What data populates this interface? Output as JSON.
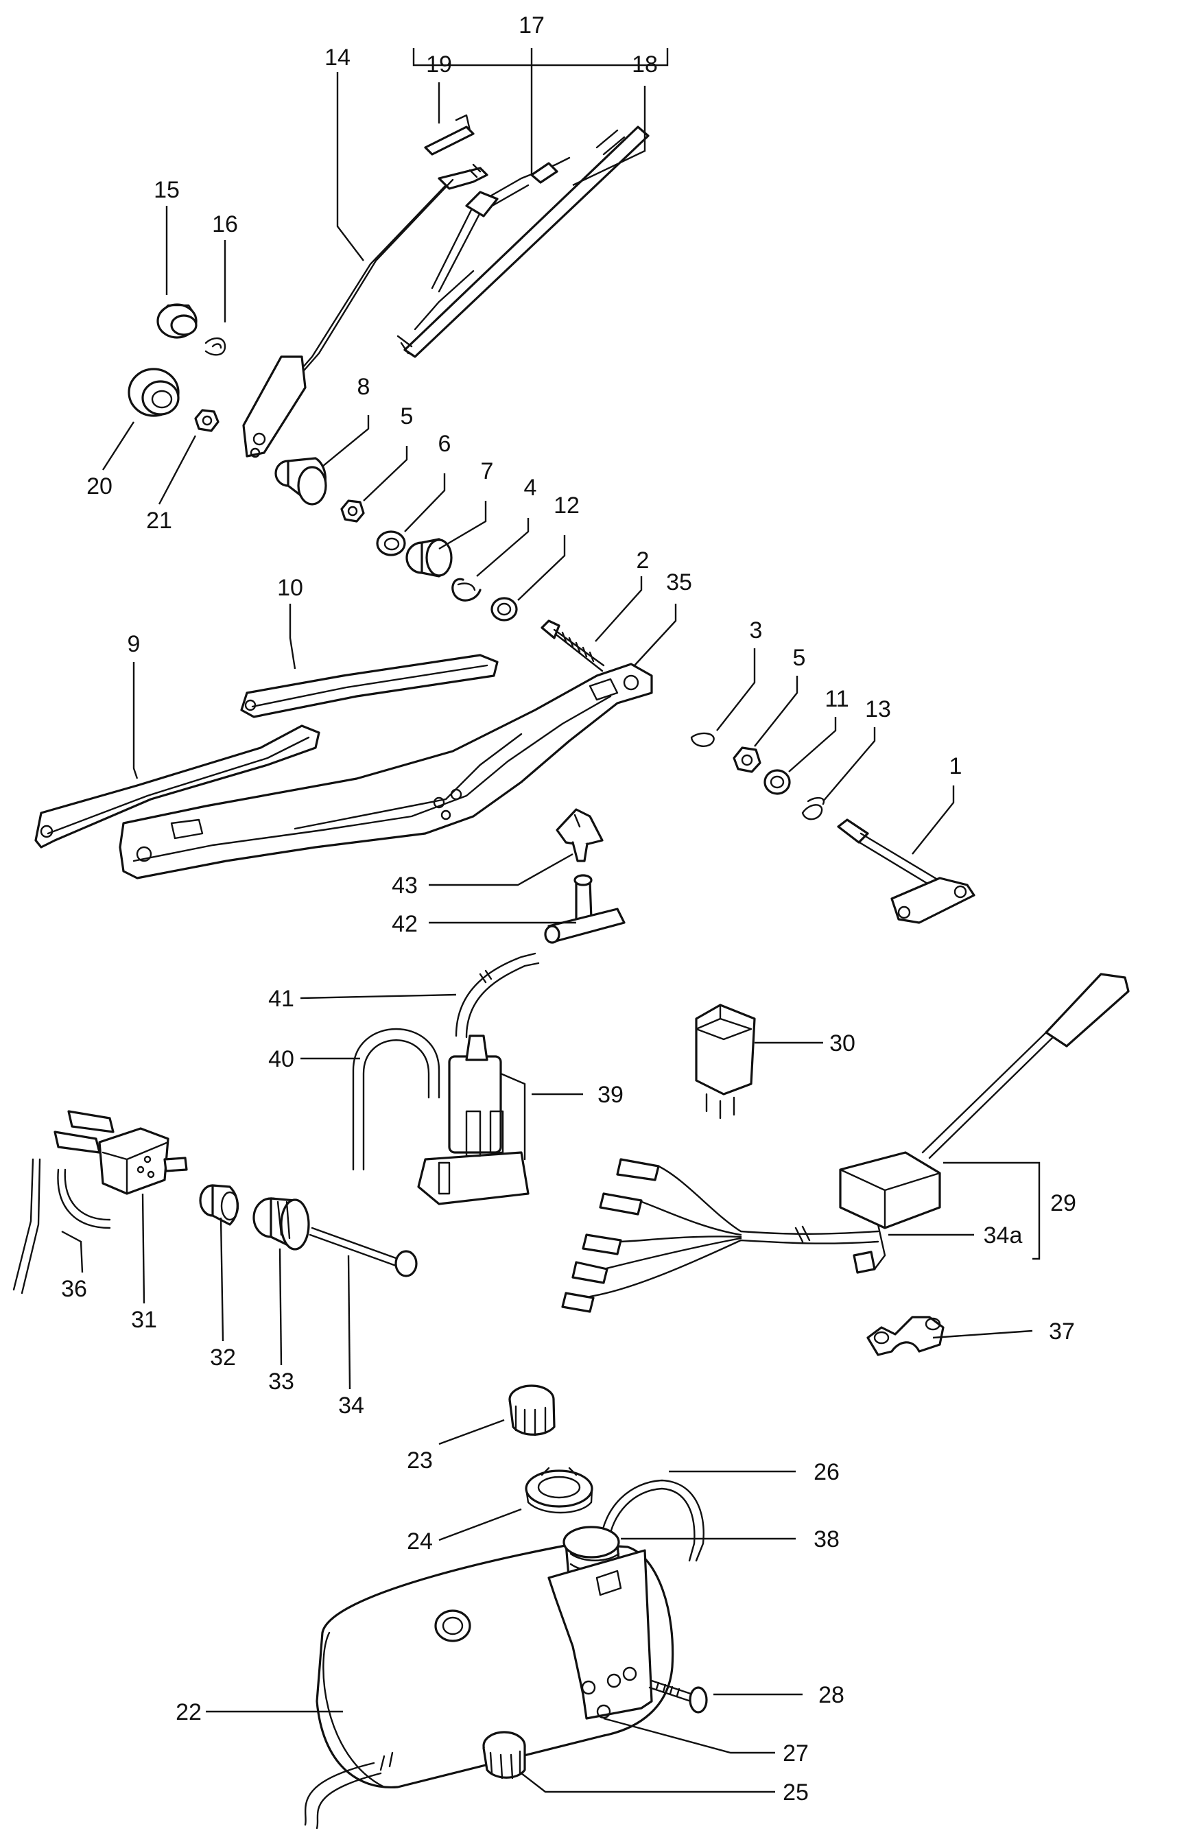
{
  "labels": {
    "n1": "1",
    "n2": "2",
    "n3": "3",
    "n4": "4",
    "n5a": "5",
    "n5b": "5",
    "n6": "6",
    "n7": "7",
    "n8": "8",
    "n9": "9",
    "n10": "10",
    "n11": "11",
    "n12": "12",
    "n13": "13",
    "n14": "14",
    "n15": "15",
    "n16": "16",
    "n17": "17",
    "n18": "18",
    "n19": "19",
    "n20": "20",
    "n21": "21",
    "n22": "22",
    "n23": "23",
    "n24": "24",
    "n25": "25",
    "n26": "26",
    "n27": "27",
    "n28": "28",
    "n29": "29",
    "n30": "30",
    "n31": "31",
    "n32": "32",
    "n33": "33",
    "n34": "34",
    "n34a": "34a",
    "n35": "35",
    "n36": "36",
    "n37": "37",
    "n38": "38",
    "n39": "39",
    "n40": "40",
    "n41": "41",
    "n42": "42",
    "n43": "43"
  }
}
